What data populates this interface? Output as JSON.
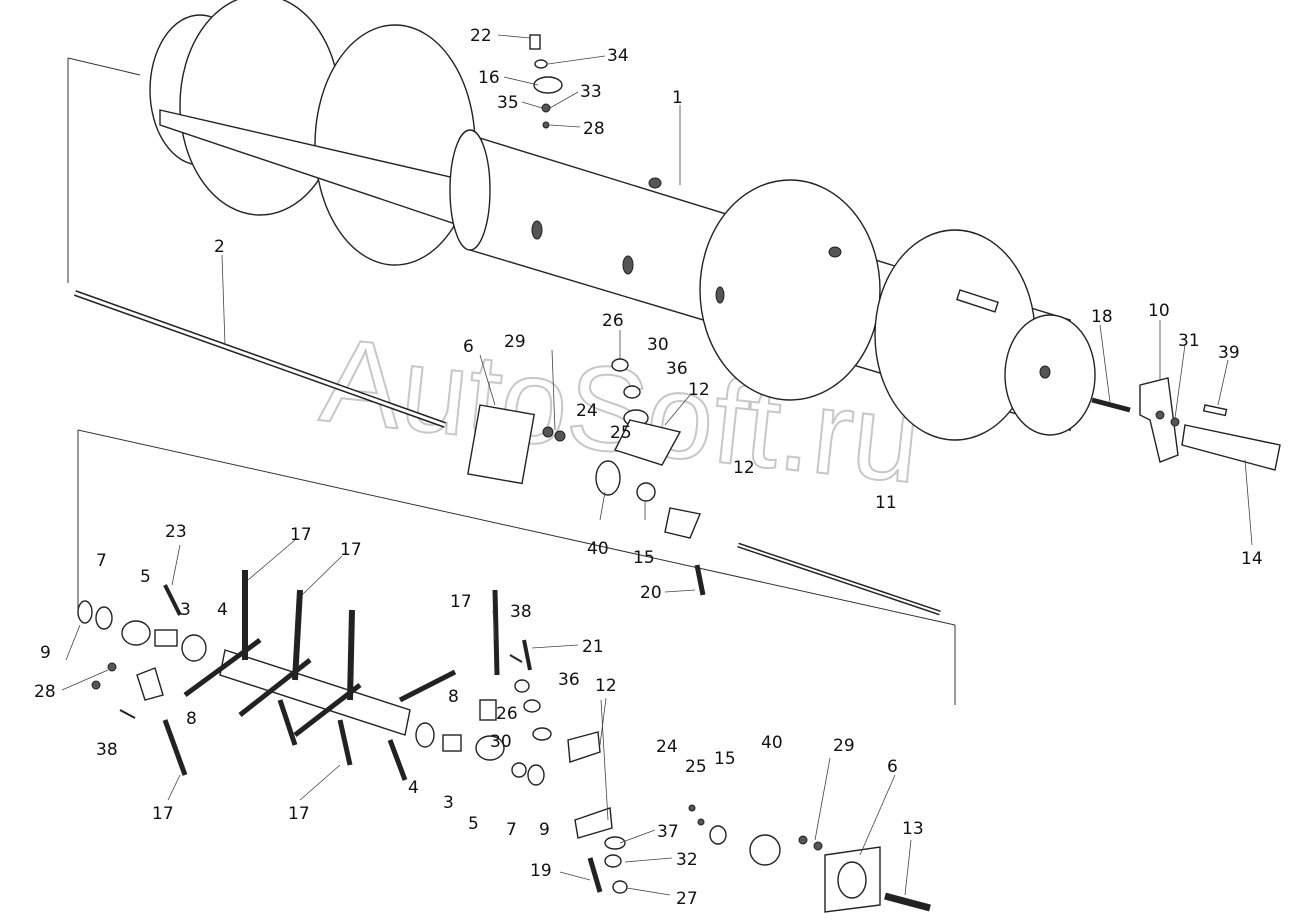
{
  "watermark": "AutoSoft.ru",
  "callouts": [
    {
      "id": "c1",
      "text": "1"
    },
    {
      "id": "c2",
      "text": "2"
    },
    {
      "id": "c22",
      "text": "22"
    },
    {
      "id": "c34",
      "text": "34"
    },
    {
      "id": "c16",
      "text": "16"
    },
    {
      "id": "c33",
      "text": "33"
    },
    {
      "id": "c35",
      "text": "35"
    },
    {
      "id": "c28a",
      "text": "28"
    },
    {
      "id": "c18",
      "text": "18"
    },
    {
      "id": "c10",
      "text": "10"
    },
    {
      "id": "c31",
      "text": "31"
    },
    {
      "id": "c39",
      "text": "39"
    },
    {
      "id": "c14",
      "text": "14"
    },
    {
      "id": "c26a",
      "text": "26"
    },
    {
      "id": "c30a",
      "text": "30"
    },
    {
      "id": "c29a",
      "text": "29"
    },
    {
      "id": "c6a",
      "text": "6"
    },
    {
      "id": "c36a",
      "text": "36"
    },
    {
      "id": "c12a",
      "text": "12"
    },
    {
      "id": "c24a",
      "text": "24"
    },
    {
      "id": "c25a",
      "text": "25"
    },
    {
      "id": "c12b",
      "text": "12"
    },
    {
      "id": "c11",
      "text": "11"
    },
    {
      "id": "c40a",
      "text": "40"
    },
    {
      "id": "c15a",
      "text": "15"
    },
    {
      "id": "c20",
      "text": "20"
    },
    {
      "id": "c23",
      "text": "23"
    },
    {
      "id": "c17a",
      "text": "17"
    },
    {
      "id": "c17b",
      "text": "17"
    },
    {
      "id": "c7a",
      "text": "7"
    },
    {
      "id": "c5a",
      "text": "5"
    },
    {
      "id": "c3a",
      "text": "3"
    },
    {
      "id": "c4a",
      "text": "4"
    },
    {
      "id": "c9a",
      "text": "9"
    },
    {
      "id": "c28b",
      "text": "28"
    },
    {
      "id": "c8a",
      "text": "8"
    },
    {
      "id": "c38a",
      "text": "38"
    },
    {
      "id": "c17c",
      "text": "17"
    },
    {
      "id": "c17d",
      "text": "17"
    },
    {
      "id": "c17e",
      "text": "17"
    },
    {
      "id": "c38b",
      "text": "38"
    },
    {
      "id": "c21",
      "text": "21"
    },
    {
      "id": "c8b",
      "text": "8"
    },
    {
      "id": "c26b",
      "text": "26"
    },
    {
      "id": "c36b",
      "text": "36"
    },
    {
      "id": "c12c",
      "text": "12"
    },
    {
      "id": "c30b",
      "text": "30"
    },
    {
      "id": "c4b",
      "text": "4"
    },
    {
      "id": "c3b",
      "text": "3"
    },
    {
      "id": "c5b",
      "text": "5"
    },
    {
      "id": "c7b",
      "text": "7"
    },
    {
      "id": "c9b",
      "text": "9"
    },
    {
      "id": "c24b",
      "text": "24"
    },
    {
      "id": "c25b",
      "text": "25"
    },
    {
      "id": "c15b",
      "text": "15"
    },
    {
      "id": "c40b",
      "text": "40"
    },
    {
      "id": "c29b",
      "text": "29"
    },
    {
      "id": "c6b",
      "text": "6"
    },
    {
      "id": "c13",
      "text": "13"
    },
    {
      "id": "c37",
      "text": "37"
    },
    {
      "id": "c32",
      "text": "32"
    },
    {
      "id": "c19",
      "text": "19"
    },
    {
      "id": "c27",
      "text": "27"
    }
  ]
}
